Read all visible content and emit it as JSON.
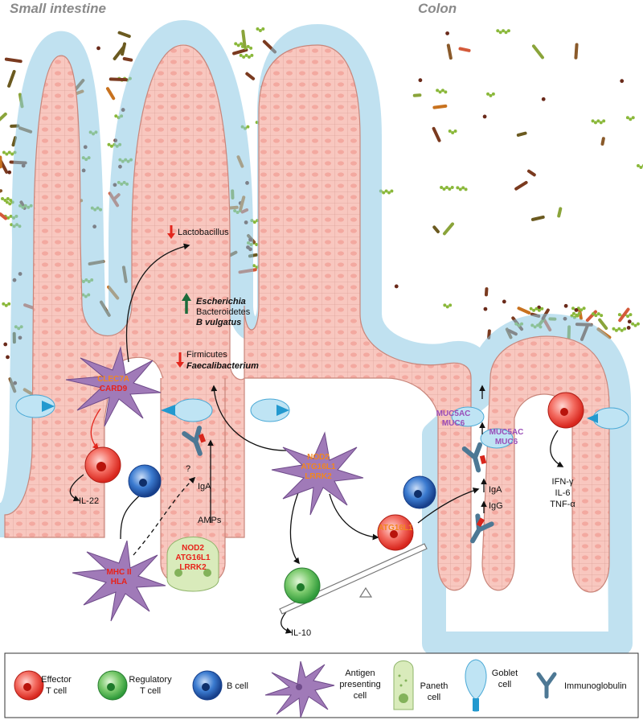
{
  "titles": {
    "left": "Small intestine",
    "right": "Colon"
  },
  "microbes": {
    "lactobacillus": "Lactobacillus",
    "escherichia": "Escherichia",
    "bacteroidetes": "Bacteroidetes",
    "b_vulgatus": "B vulgatus",
    "firmicutes": "Firmicutes",
    "faecalibacterium": "Faecalibacterium"
  },
  "genes": {
    "clec7a": "CLEC7A",
    "card9": "CARD9",
    "nod2_apc": "NOD2",
    "atg16l1_apc": "ATG16L1",
    "lrrk2_apc": "LRRK2",
    "nod2_paneth": "NOD2",
    "atg16l1_paneth": "ATG16L1",
    "lrrk2_paneth": "LRRK2",
    "mhcii": "MHC II",
    "hla": "HLA",
    "atg16l1_tcell": "ATG16L1",
    "muc5ac_1": "MUC5AC",
    "muc6_1": "MUC6",
    "muc5ac_2": "MUC5AC",
    "muc6_2": "MUC6"
  },
  "labels": {
    "il22": "IL-22",
    "iga_left": "IgA",
    "question": "?",
    "amps": "AMPs",
    "il10": "IL-10",
    "iga_right": "IgA",
    "igg": "IgG",
    "ifng": "IFN-γ",
    "il6": "IL-6",
    "tnfa": "TNF-α"
  },
  "legend": {
    "effector_l1": "Effector",
    "effector_l2": "T cell",
    "regulatory_l1": "Regulatory",
    "regulatory_l2": "T cell",
    "bcell": "B cell",
    "apc_l1": "Antigen",
    "apc_l2": "presenting",
    "apc_l3": "cell",
    "paneth_l1": "Paneth",
    "paneth_l2": "cell",
    "goblet_l1": "Goblet",
    "goblet_l2": "cell",
    "immunoglobulin": "Immunoglobulin"
  },
  "colors": {
    "epithelium": "#f8c7bf",
    "mucus": "#d8eef8",
    "mucus_edge": "#8cc9e4",
    "effector": "#e8342b",
    "regulatory": "#41b04a",
    "bcell": "#1f63b3",
    "apc": "#9a6fb6",
    "paneth": "#d9ebbb",
    "goblet": "#55bde6",
    "up_arrow": "#1c6b3a",
    "down_arrow": "#e3261d"
  }
}
